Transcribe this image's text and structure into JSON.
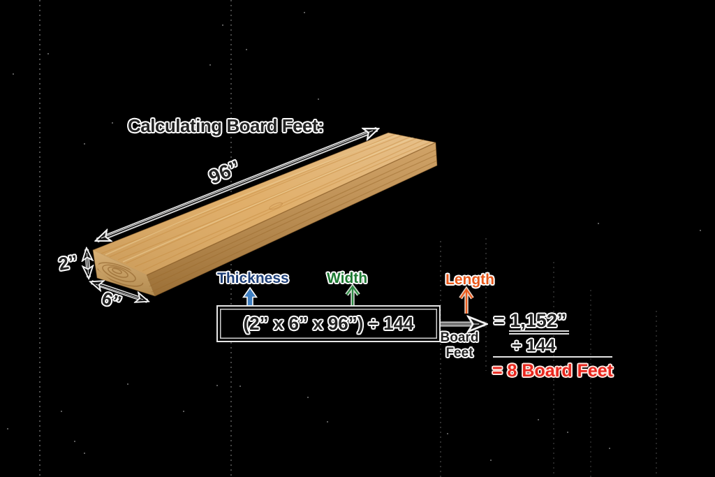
{
  "title": "Calculating Board Feet:",
  "board_dimensions": {
    "length": "96”",
    "thickness": "2”",
    "width": "6”"
  },
  "factor_labels": {
    "thickness": "Thickness",
    "width": "Width",
    "length": "Length"
  },
  "formula": {
    "expression": "(2” x 6” x 96”) ÷ 144",
    "arrow_label_line1": "Board",
    "arrow_label_line2": "Feet",
    "numerator": "= 1,152”",
    "denominator": "÷ 144",
    "result": "= 8 Board Feet"
  },
  "colors": {
    "ink": "#232323",
    "thickness_label": "#1e3f77",
    "thickness_arrow": "#3f7fc1",
    "width_label": "#1d7a33",
    "width_arrow": "#2e8b44",
    "length_label": "#e8581a",
    "length_arrow": "#ed5c1e",
    "result_text": "#e9251c",
    "wood_top": "#dfab63",
    "wood_front": "#c78f46",
    "wood_end": "#d2a35e"
  }
}
